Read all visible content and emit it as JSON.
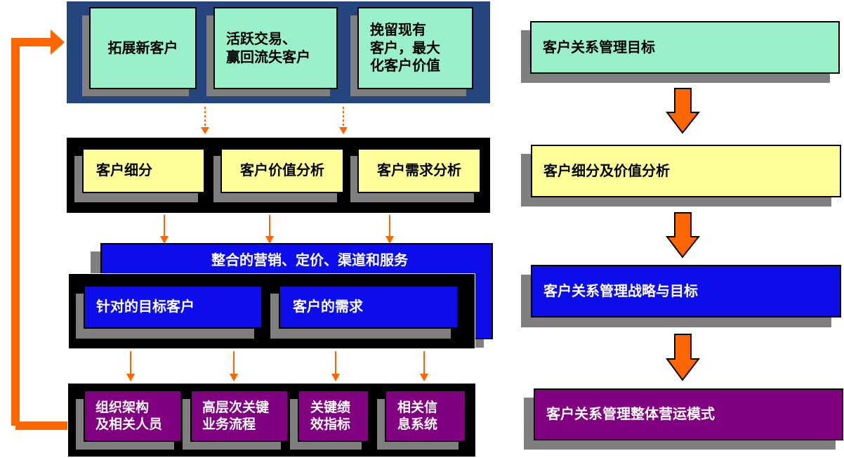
{
  "colors": {
    "green": "#99f0c9",
    "yellow": "#ffff99",
    "blue": "#0d0deb",
    "purple": "#800080",
    "navy_panel": "#24457e",
    "arrow_orange": "#ff6600",
    "shadow_gray": "#7f7f7f"
  },
  "left": {
    "goals": [
      {
        "label": "拓展新客户"
      },
      {
        "label": "活跃交易、\n赢回流失客户"
      },
      {
        "label": "挽留现有\n客户，最大\n化客户价值"
      }
    ],
    "analysis": [
      {
        "label": "客户细分"
      },
      {
        "label": "客户价值分析"
      },
      {
        "label": "客户需求分析"
      }
    ],
    "strategy_header": "整合的营销、定价、渠道和服务",
    "strategy": [
      {
        "label": "针对的目标客户"
      },
      {
        "label": "客户的需求"
      }
    ],
    "operations": [
      {
        "label": "组织架构\n及相关人员"
      },
      {
        "label": "高层次关键\n业务流程"
      },
      {
        "label": "关键绩\n效指标"
      },
      {
        "label": "相关信\n息系统"
      }
    ]
  },
  "right": {
    "steps": [
      {
        "label": "客户关系管理目标"
      },
      {
        "label": "客户细分及价值分析"
      },
      {
        "label": "客户关系管理战略与目标"
      },
      {
        "label": "客户关系管理整体营运模式"
      }
    ]
  }
}
